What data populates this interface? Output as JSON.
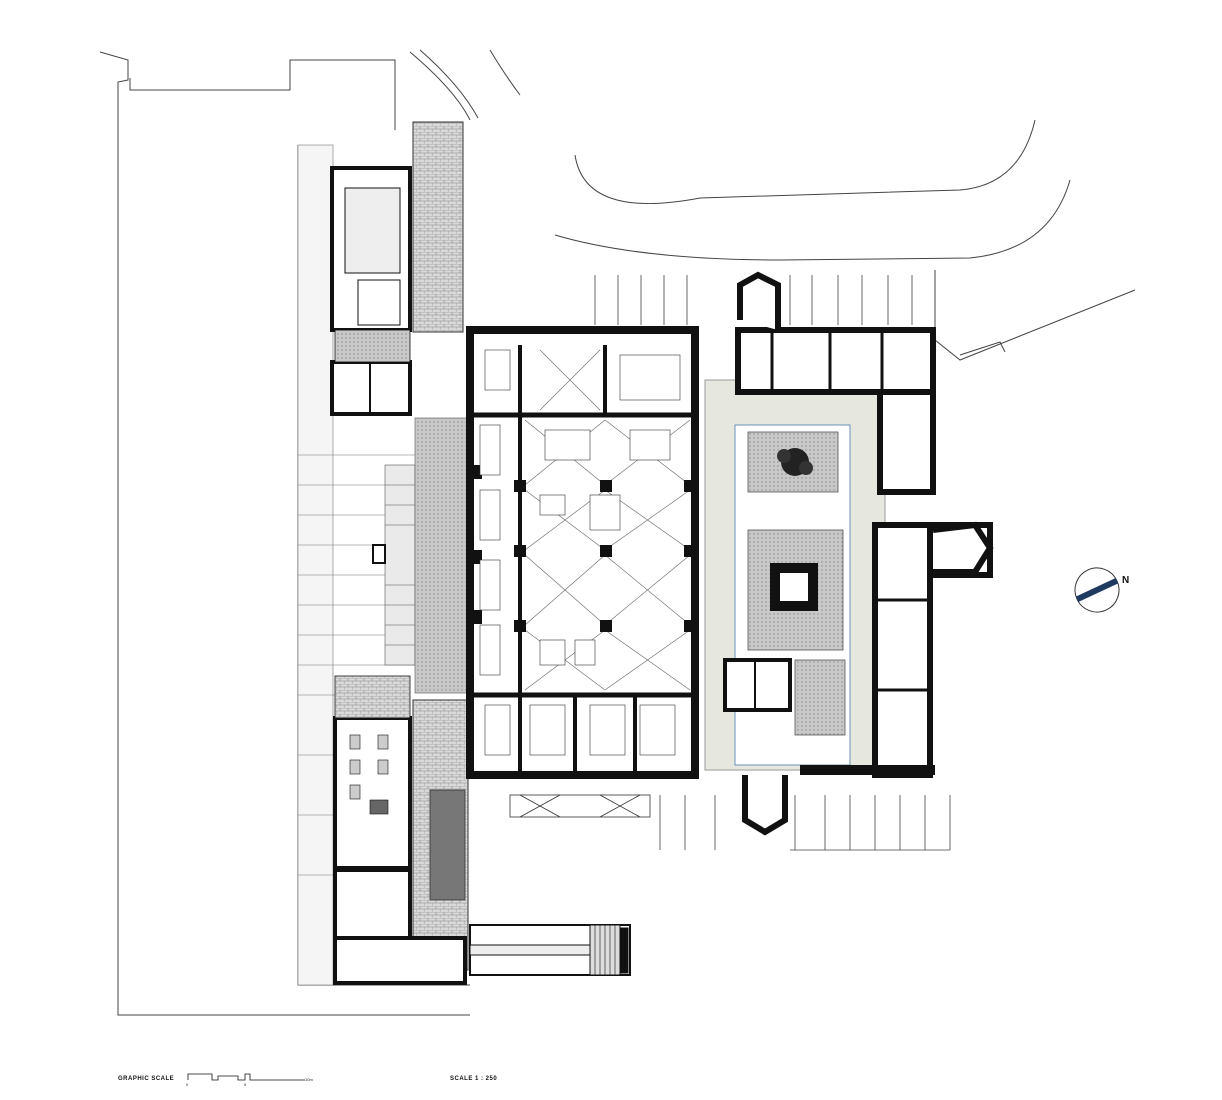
{
  "north_label": "N",
  "graphic_scale_label": "GRAPHIC  SCALE",
  "scale_ticks": [
    "0",
    "5",
    "10m"
  ],
  "scale_ratio_label": "SCALE 1 : 250",
  "colors": {
    "wall": "#111111",
    "line": "#333333",
    "paving": "#bfbfbf",
    "courtyard": "#e6e8e0",
    "patio": "#a9a9a9",
    "compass_accent": "#1f3a5f"
  },
  "icons": [
    "north-arrow-icon",
    "tree-icon",
    "fountain-icon"
  ]
}
